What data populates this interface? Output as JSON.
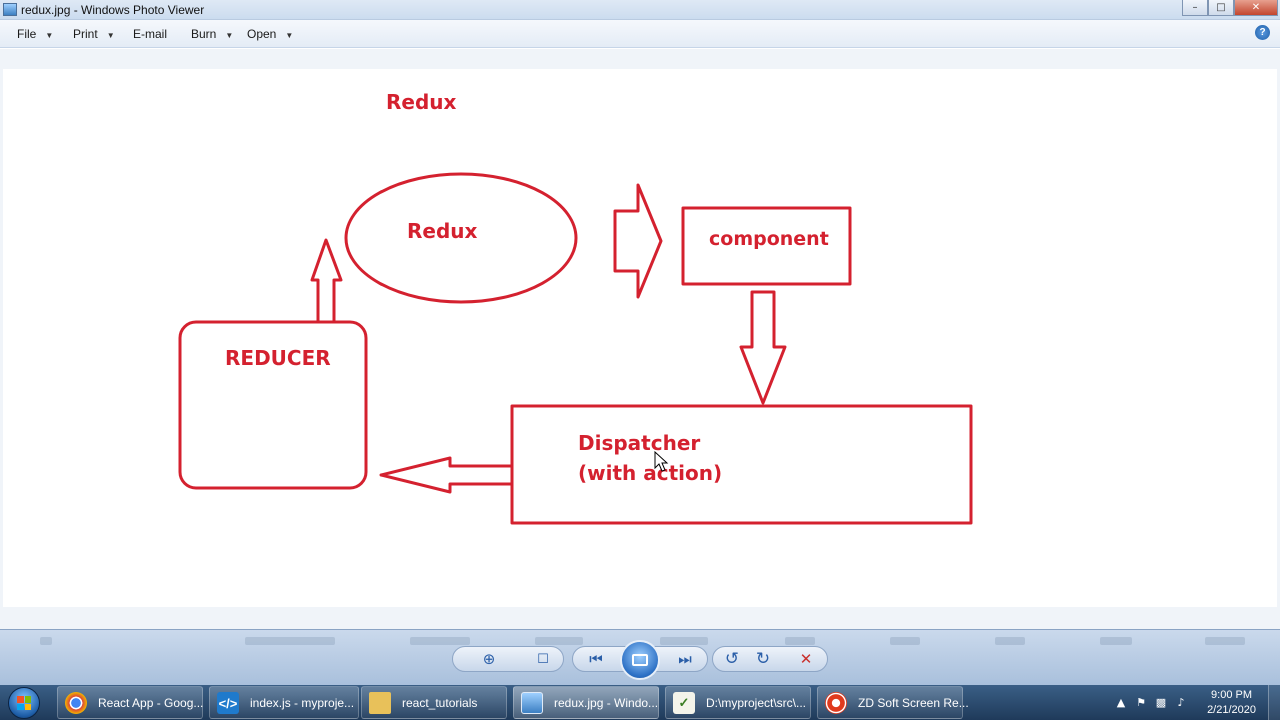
{
  "window": {
    "title": "redux.jpg - Windows Photo Viewer",
    "app_icon": "photo-viewer-icon",
    "controls": {
      "minimize": "–",
      "maximize": "□",
      "close": "✕"
    }
  },
  "menu": {
    "items": [
      {
        "label": "File",
        "caret": "▼"
      },
      {
        "label": "Print",
        "caret": "▼"
      },
      {
        "label": "E-mail",
        "caret": ""
      },
      {
        "label": "Burn",
        "caret": "▼"
      },
      {
        "label": "Open",
        "caret": "▼"
      }
    ],
    "help": "?"
  },
  "diagram": {
    "heading": "Redux",
    "store_label": "Redux",
    "component_label": "component",
    "reducer_label": "REDUCER",
    "dispatcher_line1": "Dispatcher",
    "dispatcher_line2": "(with action)",
    "accent_color": "#d4212f"
  },
  "toolbar": {
    "zoom_icon": "⊕",
    "fit_icon": "☐",
    "previous_icon": "⏮",
    "next_icon": "⏭",
    "rotate_ccw_icon": "↺",
    "rotate_cw_icon": "↻",
    "delete_icon": "✕"
  },
  "taskbar": {
    "tasks": [
      {
        "label": "React App - Goog...",
        "icon": "chrome-icon"
      },
      {
        "label": "index.js - myproje...",
        "icon": "vscode-icon"
      },
      {
        "label": "react_tutorials",
        "icon": "folder-icon"
      },
      {
        "label": "redux.jpg - Windo...",
        "icon": "photo-viewer-icon"
      },
      {
        "label": "D:\\myproject\\src\\...",
        "icon": "notepad-icon"
      },
      {
        "label": "ZD Soft Screen Re...",
        "icon": "recorder-icon"
      }
    ],
    "clock_time": "9:00 PM",
    "clock_date": "2/21/2020"
  }
}
